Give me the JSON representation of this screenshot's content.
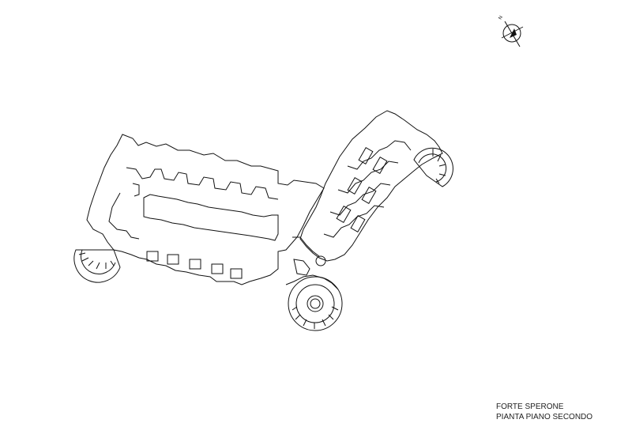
{
  "drawing": {
    "title": "FORTE SPERONE",
    "subtitle": "PIANTA PIANO SECONDO"
  },
  "north_arrow": {
    "label": "N",
    "icon": "north-arrow-icon"
  },
  "colors": {
    "background": "#ffffff",
    "line": "#111111"
  }
}
